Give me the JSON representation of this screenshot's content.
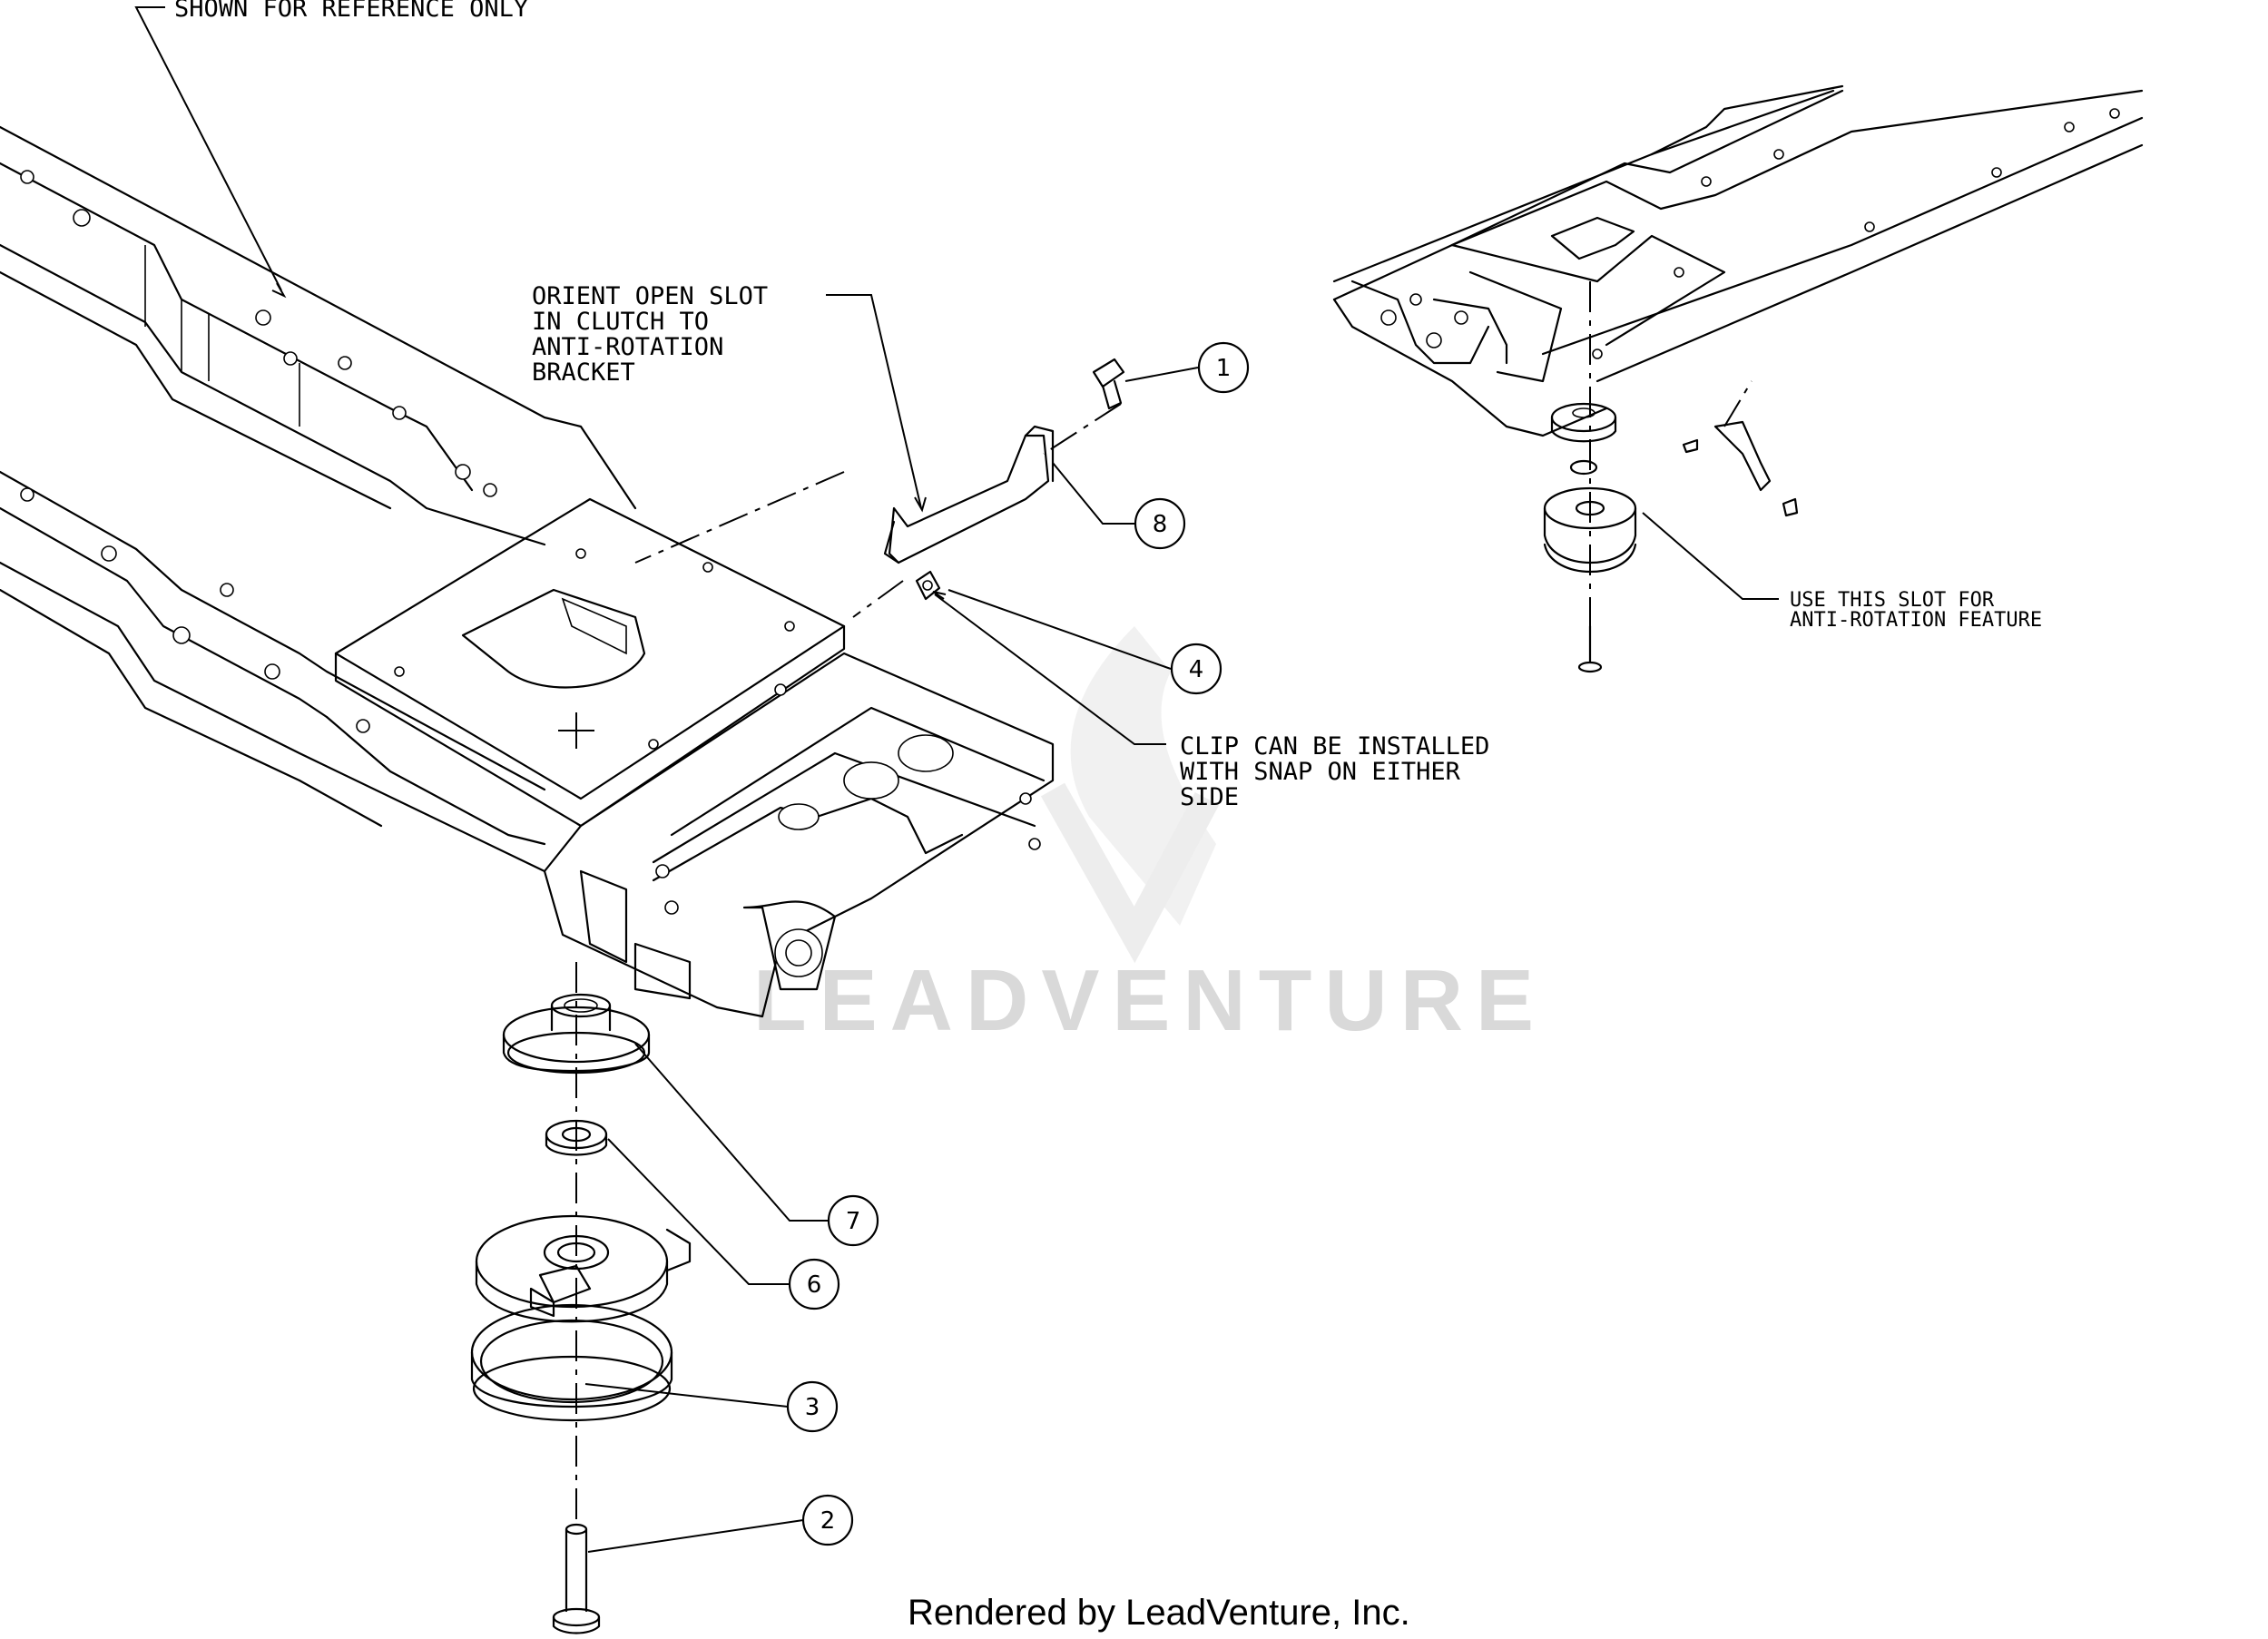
{
  "diagram": {
    "notes": {
      "reference": "SHOWN FOR REFERENCE ONLY",
      "orient": [
        "ORIENT OPEN SLOT",
        "IN CLUTCH TO",
        "ANTI-ROTATION",
        "BRACKET"
      ],
      "clip": [
        "CLIP CAN BE INSTALLED",
        "WITH SNAP ON EITHER",
        "SIDE"
      ],
      "slot": [
        "USE THIS SLOT FOR",
        "ANTI-ROTATION FEATURE"
      ]
    },
    "callouts": [
      {
        "id": "1"
      },
      {
        "id": "8"
      },
      {
        "id": "4"
      },
      {
        "id": "7"
      },
      {
        "id": "6"
      },
      {
        "id": "3"
      },
      {
        "id": "2"
      }
    ],
    "watermark": "LEADVENTURE",
    "credit": "Rendered by LeadVenture, Inc."
  }
}
